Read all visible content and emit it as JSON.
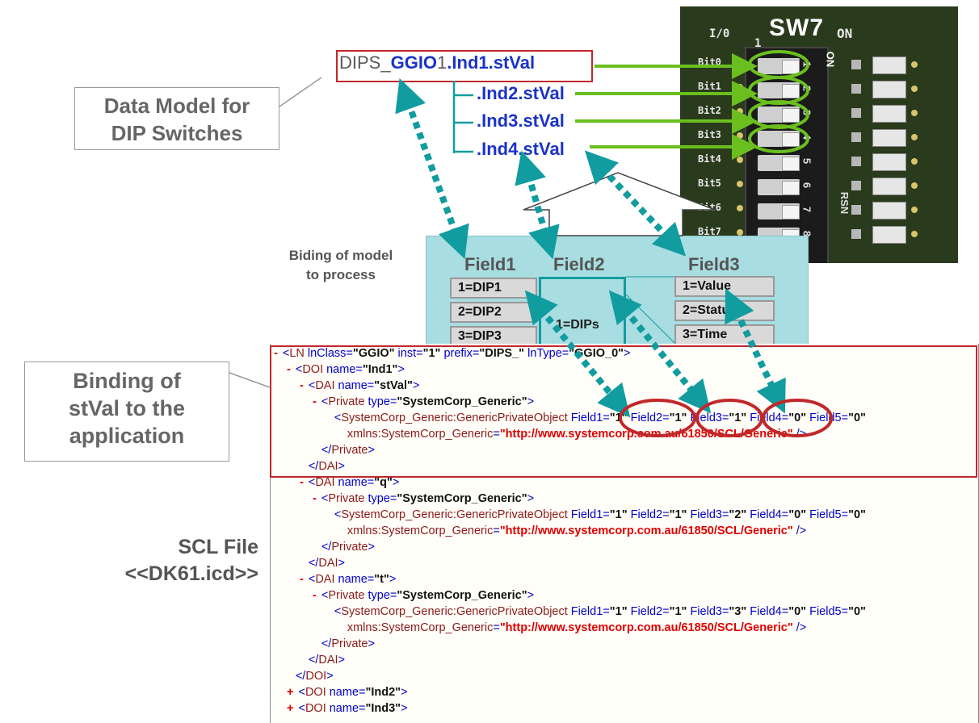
{
  "model": {
    "prefix": "DIPS_",
    "ln_class": "GGIO",
    "inst": "1",
    "items": [
      ".Ind1.stVal",
      ".Ind2.stVal",
      ".Ind3.stVal",
      ".Ind4.stVal"
    ]
  },
  "callouts": {
    "data_model": [
      "Data Model for",
      "DIP Switches"
    ],
    "binding": [
      "Binding of",
      "stVal to the",
      "application"
    ],
    "binding_process": [
      "Biding of model",
      "to process"
    ],
    "scl": [
      "SCL File",
      "<<DK61.icd>>"
    ]
  },
  "board": {
    "title": "SW7",
    "io": "I/0",
    "one": "1",
    "on": "ON",
    "on_vertical": "ON",
    "rsn": "RSN",
    "bits": [
      "Bit0",
      "Bit1",
      "Bit2",
      "Bit3",
      "Bit4",
      "Bit5",
      "Bit6",
      "Bit7"
    ],
    "switch_numbers": [
      "1",
      "2",
      "3",
      "4",
      "5",
      "6",
      "7",
      "8"
    ]
  },
  "fields": {
    "headers": [
      "Field1",
      "Field2",
      "Field3"
    ],
    "field1": [
      "1=DIP1",
      "2=DIP2",
      "3=DIP3"
    ],
    "field2": "1=DIPs",
    "field3": [
      "1=Value",
      "2=Status",
      "3=Time"
    ]
  },
  "xml": {
    "lines": [
      {
        "m": "-",
        "indent": 0,
        "parts": [
          [
            "t",
            "<"
          ],
          [
            "k",
            "LN"
          ],
          [
            "t",
            " lnClass="
          ],
          [
            "v",
            "\"GGIO\""
          ],
          [
            "t",
            " inst="
          ],
          [
            "v",
            "\"1\""
          ],
          [
            "t",
            " prefix="
          ],
          [
            "v",
            "\"DIPS_\""
          ],
          [
            "t",
            " lnType="
          ],
          [
            "v",
            "\"GGIO_0\""
          ],
          [
            "t",
            ">"
          ]
        ]
      },
      {
        "m": "-",
        "indent": 1,
        "parts": [
          [
            "t",
            "<"
          ],
          [
            "k",
            "DOI"
          ],
          [
            "t",
            " name="
          ],
          [
            "v",
            "\"Ind1\""
          ],
          [
            "t",
            ">"
          ]
        ]
      },
      {
        "m": "-",
        "indent": 2,
        "parts": [
          [
            "t",
            "<"
          ],
          [
            "k",
            "DAI"
          ],
          [
            "t",
            " name="
          ],
          [
            "v",
            "\"stVal\""
          ],
          [
            "t",
            ">"
          ]
        ]
      },
      {
        "m": "-",
        "indent": 3,
        "parts": [
          [
            "t",
            "<"
          ],
          [
            "k",
            "Private"
          ],
          [
            "t",
            " type="
          ],
          [
            "v",
            "\"SystemCorp_Generic\""
          ],
          [
            "t",
            ">"
          ]
        ]
      },
      {
        "m": "",
        "indent": 4,
        "parts": [
          [
            "t",
            "<"
          ],
          [
            "k",
            "SystemCorp_Generic:GenericPrivateObject"
          ],
          [
            "t",
            " Field1="
          ],
          [
            "v",
            "\"1\""
          ],
          [
            "t",
            " Field2="
          ],
          [
            "v",
            "\"1\""
          ],
          [
            "t",
            " Field3="
          ],
          [
            "v",
            "\"1\""
          ],
          [
            "t",
            " Field4="
          ],
          [
            "v",
            "\"0\""
          ],
          [
            "t",
            " Field5="
          ],
          [
            "v",
            "\"0\""
          ]
        ]
      },
      {
        "m": "",
        "indent": 5,
        "parts": [
          [
            "k",
            "xmlns:SystemCorp_Generic"
          ],
          [
            "t",
            "="
          ],
          [
            "u",
            "\"http://www.systemcorp.com.au/61850/SCL/Generic\""
          ],
          [
            "t",
            " />"
          ]
        ]
      },
      {
        "m": "",
        "indent": 3,
        "parts": [
          [
            "t",
            "</"
          ],
          [
            "k",
            "Private"
          ],
          [
            "t",
            ">"
          ]
        ]
      },
      {
        "m": "",
        "indent": 2,
        "parts": [
          [
            "t",
            "</"
          ],
          [
            "k",
            "DAI"
          ],
          [
            "t",
            ">"
          ]
        ]
      },
      {
        "m": "-",
        "indent": 2,
        "parts": [
          [
            "t",
            "<"
          ],
          [
            "k",
            "DAI"
          ],
          [
            "t",
            " name="
          ],
          [
            "v",
            "\"q\""
          ],
          [
            "t",
            ">"
          ]
        ]
      },
      {
        "m": "-",
        "indent": 3,
        "parts": [
          [
            "t",
            "<"
          ],
          [
            "k",
            "Private"
          ],
          [
            "t",
            " type="
          ],
          [
            "v",
            "\"SystemCorp_Generic\""
          ],
          [
            "t",
            ">"
          ]
        ]
      },
      {
        "m": "",
        "indent": 4,
        "parts": [
          [
            "t",
            "<"
          ],
          [
            "k",
            "SystemCorp_Generic:GenericPrivateObject"
          ],
          [
            "t",
            " Field1="
          ],
          [
            "v",
            "\"1\""
          ],
          [
            "t",
            " Field2="
          ],
          [
            "v",
            "\"1\""
          ],
          [
            "t",
            " Field3="
          ],
          [
            "v",
            "\"2\""
          ],
          [
            "t",
            " Field4="
          ],
          [
            "v",
            "\"0\""
          ],
          [
            "t",
            " Field5="
          ],
          [
            "v",
            "\"0\""
          ]
        ]
      },
      {
        "m": "",
        "indent": 5,
        "parts": [
          [
            "k",
            "xmlns:SystemCorp_Generic"
          ],
          [
            "t",
            "="
          ],
          [
            "u",
            "\"http://www.systemcorp.com.au/61850/SCL/Generic\""
          ],
          [
            "t",
            " />"
          ]
        ]
      },
      {
        "m": "",
        "indent": 3,
        "parts": [
          [
            "t",
            "</"
          ],
          [
            "k",
            "Private"
          ],
          [
            "t",
            ">"
          ]
        ]
      },
      {
        "m": "",
        "indent": 2,
        "parts": [
          [
            "t",
            "</"
          ],
          [
            "k",
            "DAI"
          ],
          [
            "t",
            ">"
          ]
        ]
      },
      {
        "m": "-",
        "indent": 2,
        "parts": [
          [
            "t",
            "<"
          ],
          [
            "k",
            "DAI"
          ],
          [
            "t",
            " name="
          ],
          [
            "v",
            "\"t\""
          ],
          [
            "t",
            ">"
          ]
        ]
      },
      {
        "m": "-",
        "indent": 3,
        "parts": [
          [
            "t",
            "<"
          ],
          [
            "k",
            "Private"
          ],
          [
            "t",
            " type="
          ],
          [
            "v",
            "\"SystemCorp_Generic\""
          ],
          [
            "t",
            ">"
          ]
        ]
      },
      {
        "m": "",
        "indent": 4,
        "parts": [
          [
            "t",
            "<"
          ],
          [
            "k",
            "SystemCorp_Generic:GenericPrivateObject"
          ],
          [
            "t",
            " Field1="
          ],
          [
            "v",
            "\"1\""
          ],
          [
            "t",
            " Field2="
          ],
          [
            "v",
            "\"1\""
          ],
          [
            "t",
            " Field3="
          ],
          [
            "v",
            "\"3\""
          ],
          [
            "t",
            " Field4="
          ],
          [
            "v",
            "\"0\""
          ],
          [
            "t",
            " Field5="
          ],
          [
            "v",
            "\"0\""
          ]
        ]
      },
      {
        "m": "",
        "indent": 5,
        "parts": [
          [
            "k",
            "xmlns:SystemCorp_Generic"
          ],
          [
            "t",
            "="
          ],
          [
            "u",
            "\"http://www.systemcorp.com.au/61850/SCL/Generic\""
          ],
          [
            "t",
            " />"
          ]
        ]
      },
      {
        "m": "",
        "indent": 3,
        "parts": [
          [
            "t",
            "</"
          ],
          [
            "k",
            "Private"
          ],
          [
            "t",
            ">"
          ]
        ]
      },
      {
        "m": "",
        "indent": 2,
        "parts": [
          [
            "t",
            "</"
          ],
          [
            "k",
            "DAI"
          ],
          [
            "t",
            ">"
          ]
        ]
      },
      {
        "m": "",
        "indent": 1,
        "parts": [
          [
            "t",
            "</"
          ],
          [
            "k",
            "DOI"
          ],
          [
            "t",
            ">"
          ]
        ]
      },
      {
        "m": "+",
        "indent": 1,
        "parts": [
          [
            "t",
            "<"
          ],
          [
            "k",
            "DOI"
          ],
          [
            "t",
            " name="
          ],
          [
            "v",
            "\"Ind2\""
          ],
          [
            "t",
            ">"
          ]
        ]
      },
      {
        "m": "+",
        "indent": 1,
        "parts": [
          [
            "t",
            "<"
          ],
          [
            "k",
            "DOI"
          ],
          [
            "t",
            " name="
          ],
          [
            "v",
            "\"Ind3\""
          ],
          [
            "t",
            ">"
          ]
        ]
      }
    ]
  },
  "colors": {
    "accent_red": "#c0282a",
    "arrow_teal": "#119ca0",
    "arrow_green": "#6abf1e",
    "model_blue": "#1a33c8",
    "panel_bg": "#a8dde1"
  }
}
